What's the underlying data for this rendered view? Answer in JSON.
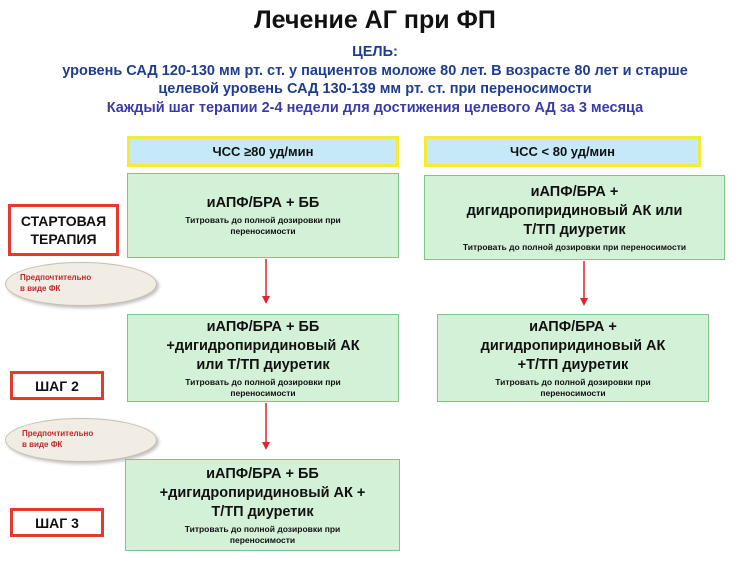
{
  "title": "Лечение АГ при ФП",
  "goal": {
    "heading": "ЦЕЛЬ:",
    "line1": "уровень САД 120-130 мм рт. ст. у пациентов моложе 80 лет. В возрасте 80 лет и старше",
    "line2": "целевой уровень САД 130-139 мм рт. ст. при переносимости",
    "line3": "Каждый шаг терапии 2-4 недели  для достижения целевого АД за 3 месяца"
  },
  "columns": {
    "left_header": "ЧСС ≥80 уд/мин",
    "right_header": "ЧСС < 80 уд/мин"
  },
  "steps": {
    "start": [
      "СТАРТОВАЯ",
      "ТЕРАПИЯ"
    ],
    "step2": "ШАГ 2",
    "step3": "ШАГ 3"
  },
  "notes": {
    "note1": [
      "Предпочтительно",
      "в виде ФК"
    ],
    "note2": [
      "Предпочтительно",
      "в виде ФК"
    ]
  },
  "boxes": {
    "left1": {
      "main": [
        "иАПФ/БРА + ББ"
      ],
      "sub": [
        "Титровать до полной дозировки при",
        "переносимости"
      ]
    },
    "left2": {
      "main": [
        "иАПФ/БРА + ББ",
        "+дигидропиридиновый АК",
        "или Т/ТП диуретик"
      ],
      "sub": [
        "Титровать до полной дозировки при",
        "переносимости"
      ]
    },
    "left3": {
      "main": [
        "иАПФ/БРА + ББ",
        "+дигидропиридиновый АК +",
        "Т/ТП диуретик"
      ],
      "sub": [
        "Титровать до полной дозировки при",
        "переносимости"
      ]
    },
    "right1": {
      "main": [
        "иАПФ/БРА +",
        "дигидропиридиновый АК или",
        "Т/ТП диуретик"
      ],
      "sub": [
        "Титровать до полной дозировки при переносимости"
      ]
    },
    "right2": {
      "main": [
        "иАПФ/БРА +",
        "дигидропиридиновый АК",
        "+Т/ТП диуретик"
      ],
      "sub": [
        "Титровать до полной дозировки при",
        "переносимости"
      ]
    }
  },
  "colors": {
    "goal_text": "#1f3d8f",
    "header_fill": "#c6e9f7",
    "header_border": "#f4ea3a",
    "box_fill": "#d3f1d7",
    "step_border": "#e23a2d",
    "arrow": "#e0252b",
    "note_text": "#c0262c"
  }
}
